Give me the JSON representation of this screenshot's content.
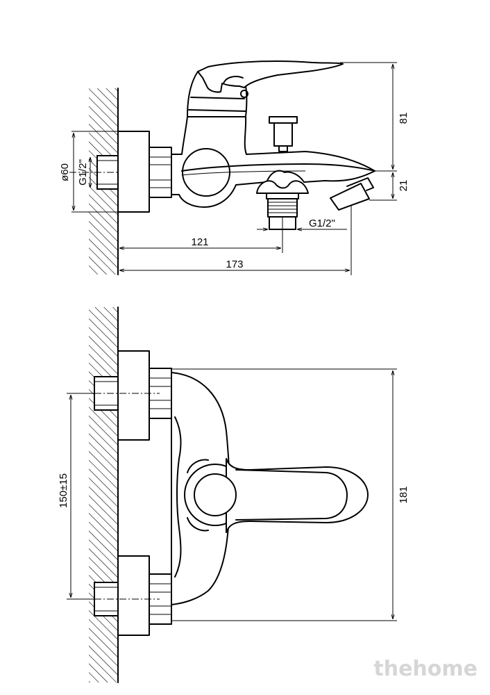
{
  "side_view": {
    "dims": {
      "diameter": "ø60",
      "thread_inlet": "G1/2\"",
      "height_top": "81",
      "height_bottom": "21",
      "thread_outlet": "G1/2\"",
      "length_short": "121",
      "length_long": "173"
    }
  },
  "top_view": {
    "dims": {
      "spacing": "150±15",
      "width": "181"
    }
  },
  "watermark": "thehome"
}
